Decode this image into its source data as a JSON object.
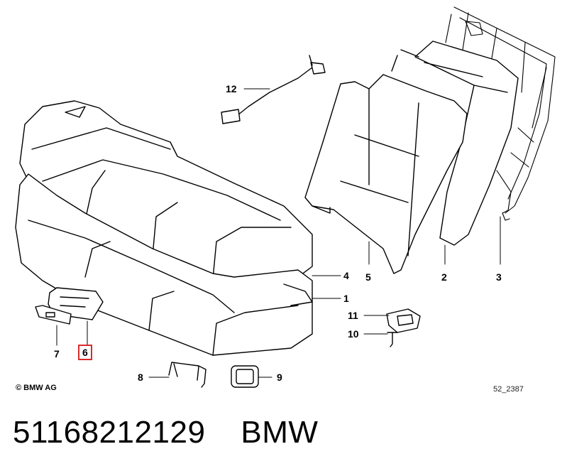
{
  "diagram": {
    "callouts": [
      {
        "id": "c12",
        "label": "12",
        "highlighted": false
      },
      {
        "id": "c4",
        "label": "4",
        "highlighted": false
      },
      {
        "id": "c5",
        "label": "5",
        "highlighted": false
      },
      {
        "id": "c2",
        "label": "2",
        "highlighted": false
      },
      {
        "id": "c3",
        "label": "3",
        "highlighted": false
      },
      {
        "id": "c1",
        "label": "1",
        "highlighted": false
      },
      {
        "id": "c11",
        "label": "11",
        "highlighted": false
      },
      {
        "id": "c10",
        "label": "10",
        "highlighted": false
      },
      {
        "id": "c7",
        "label": "7",
        "highlighted": false
      },
      {
        "id": "c6",
        "label": "6",
        "highlighted": true
      },
      {
        "id": "c8",
        "label": "8",
        "highlighted": false
      },
      {
        "id": "c9",
        "label": "9",
        "highlighted": false
      }
    ],
    "copyright": "© BMW AG",
    "drawing_number": "52_2387",
    "highlight_color": "#d92b2b"
  },
  "footer": {
    "part_number": "51168212129",
    "brand": "BMW"
  }
}
